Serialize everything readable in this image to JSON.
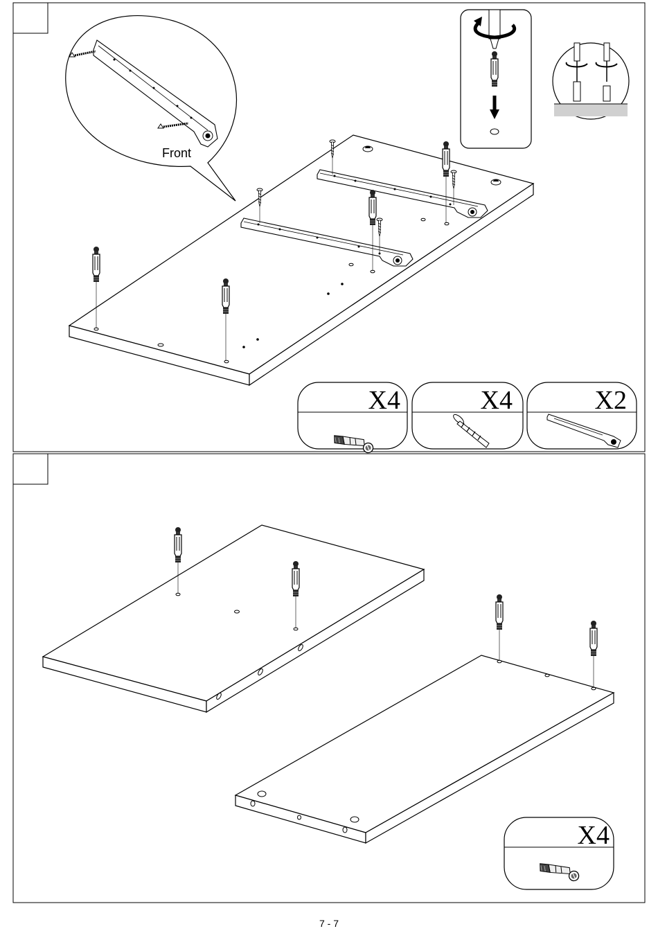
{
  "step1": {
    "callout_label": "Front",
    "parts": [
      {
        "qty": "X4",
        "icon": "cam-bolt-icon"
      },
      {
        "qty": "X4",
        "icon": "screw-icon"
      },
      {
        "qty": "X2",
        "icon": "drawer-rail-icon"
      }
    ]
  },
  "step2": {
    "parts": [
      {
        "qty": "X4",
        "icon": "cam-bolt-icon"
      }
    ]
  },
  "footer": {
    "page_number": "7 - 7"
  }
}
